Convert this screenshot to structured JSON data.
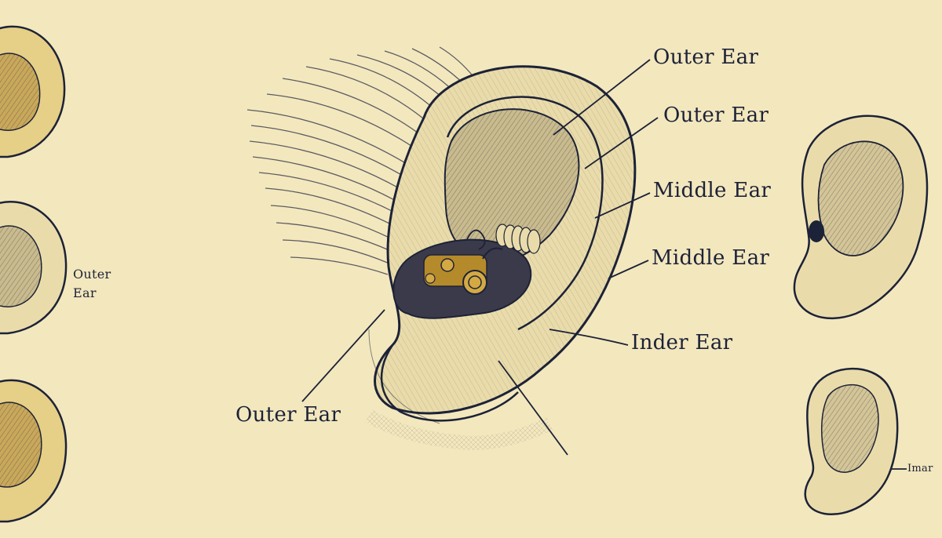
{
  "labels": {
    "outer_ear_top": "Outer Ear",
    "outer_ear_second": "Outer Ear",
    "middle_ear_first": "Middle Ear",
    "middle_ear_second": "Middle Ear",
    "inder_ear": "Inder Ear",
    "outer_ear_bottom": "Outer Ear",
    "side_outer_line1": "Outer",
    "side_outer_line2": "Ear",
    "side_imar": "Imar"
  },
  "colors": {
    "paper": "#f3e7bd",
    "ink": "#1c2238",
    "skin": "#eadcaa",
    "shadow": "#3a3a4a",
    "gold": "#b58a2a",
    "side_ear": "#e6cf86"
  }
}
